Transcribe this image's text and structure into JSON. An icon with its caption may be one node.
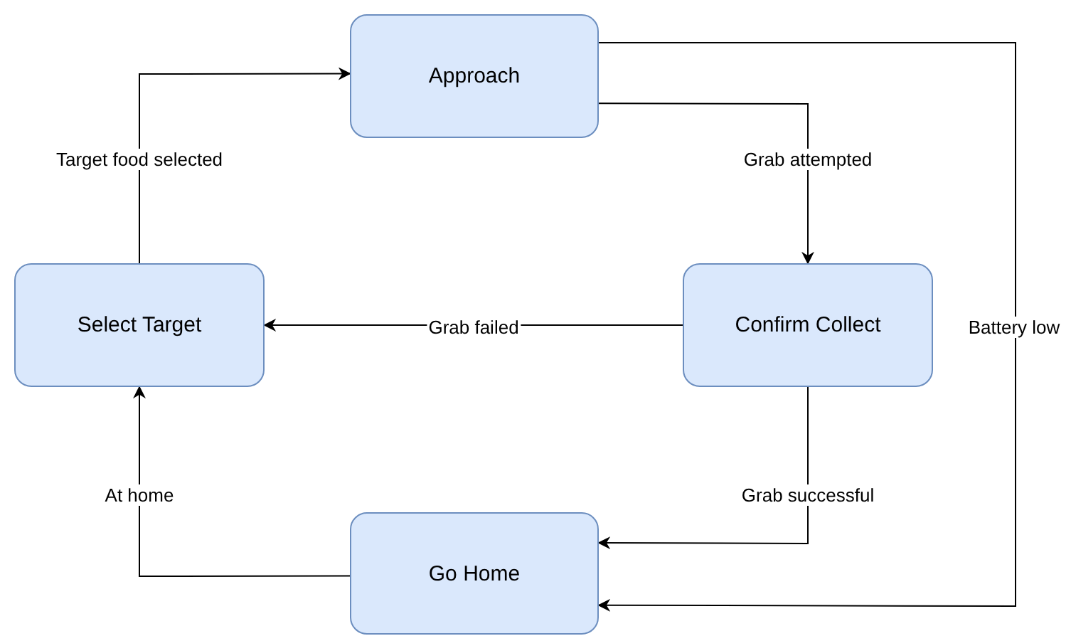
{
  "diagram": {
    "nodes": [
      {
        "text": [
          "Approach"
        ]
      },
      {
        "text": [
          "Select Target"
        ]
      },
      {
        "text": [
          "Confirm Collect"
        ]
      },
      {
        "text": [
          "Go Home"
        ]
      }
    ],
    "edges": [
      {
        "from": 1,
        "to": 0,
        "arrow": "to",
        "label": "Target food selected"
      },
      {
        "from": 0,
        "to": 2,
        "arrow": "to",
        "label": "Grab attempted"
      },
      {
        "from": 2,
        "to": 1,
        "arrow": "to",
        "label": "Grab failed"
      },
      {
        "from": 2,
        "to": 3,
        "arrow": "to",
        "label": "Grab successful"
      },
      {
        "from": 3,
        "to": 1,
        "arrow": "to",
        "label": "At home"
      },
      {
        "from": 0,
        "to": 3,
        "arrow": "to",
        "label": "Battery low"
      }
    ]
  }
}
